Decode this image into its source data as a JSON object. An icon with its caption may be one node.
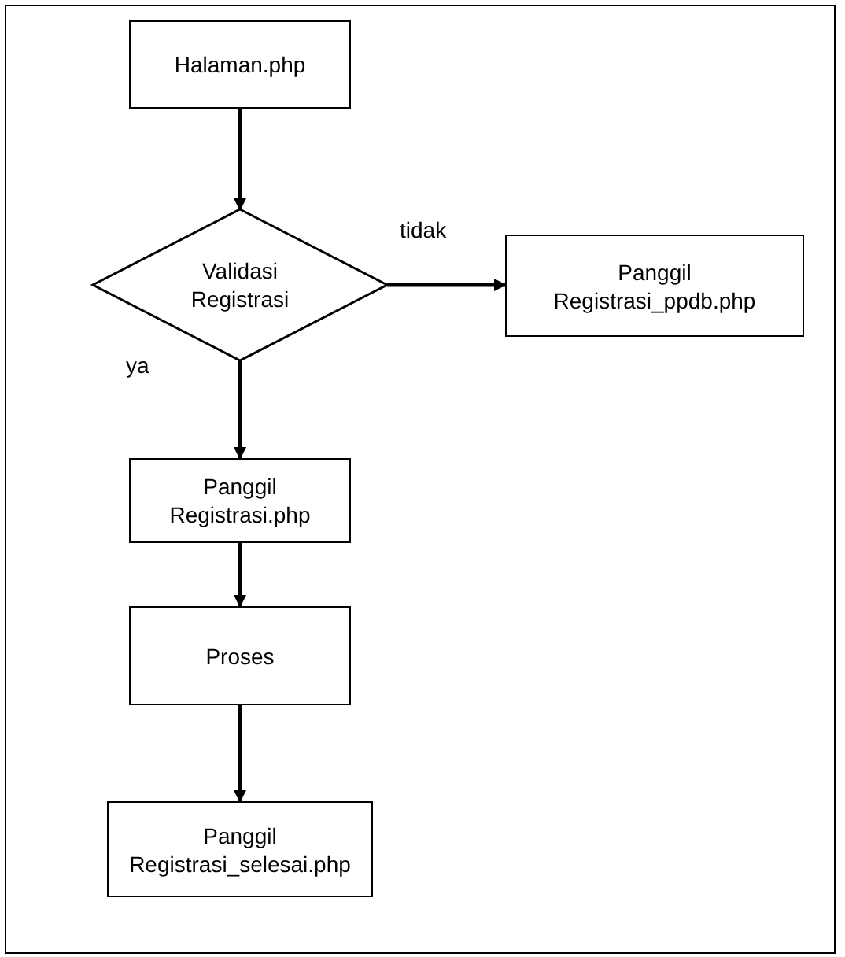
{
  "diagram": {
    "nodes": [
      {
        "text": [
          "Halaman.php"
        ]
      },
      {
        "text": [
          "Validasi Registrasi"
        ]
      },
      {
        "text": [
          "Panggil Registrasi_ppdb.php"
        ]
      },
      {
        "text": [
          "Panggil Registrasi.php"
        ]
      },
      {
        "text": [
          "Proses"
        ]
      },
      {
        "text": [
          "Panggil Registrasi_selesai.php"
        ]
      }
    ],
    "edges": [
      {
        "from": 0,
        "to": 1,
        "arrow": "to"
      },
      {
        "from": 1,
        "to": 2,
        "arrow": "to",
        "label": "tidak"
      },
      {
        "from": 1,
        "to": 3,
        "arrow": "to",
        "label": "ya"
      },
      {
        "from": 3,
        "to": 4,
        "arrow": "to"
      },
      {
        "from": 4,
        "to": 5,
        "arrow": "to"
      }
    ]
  }
}
